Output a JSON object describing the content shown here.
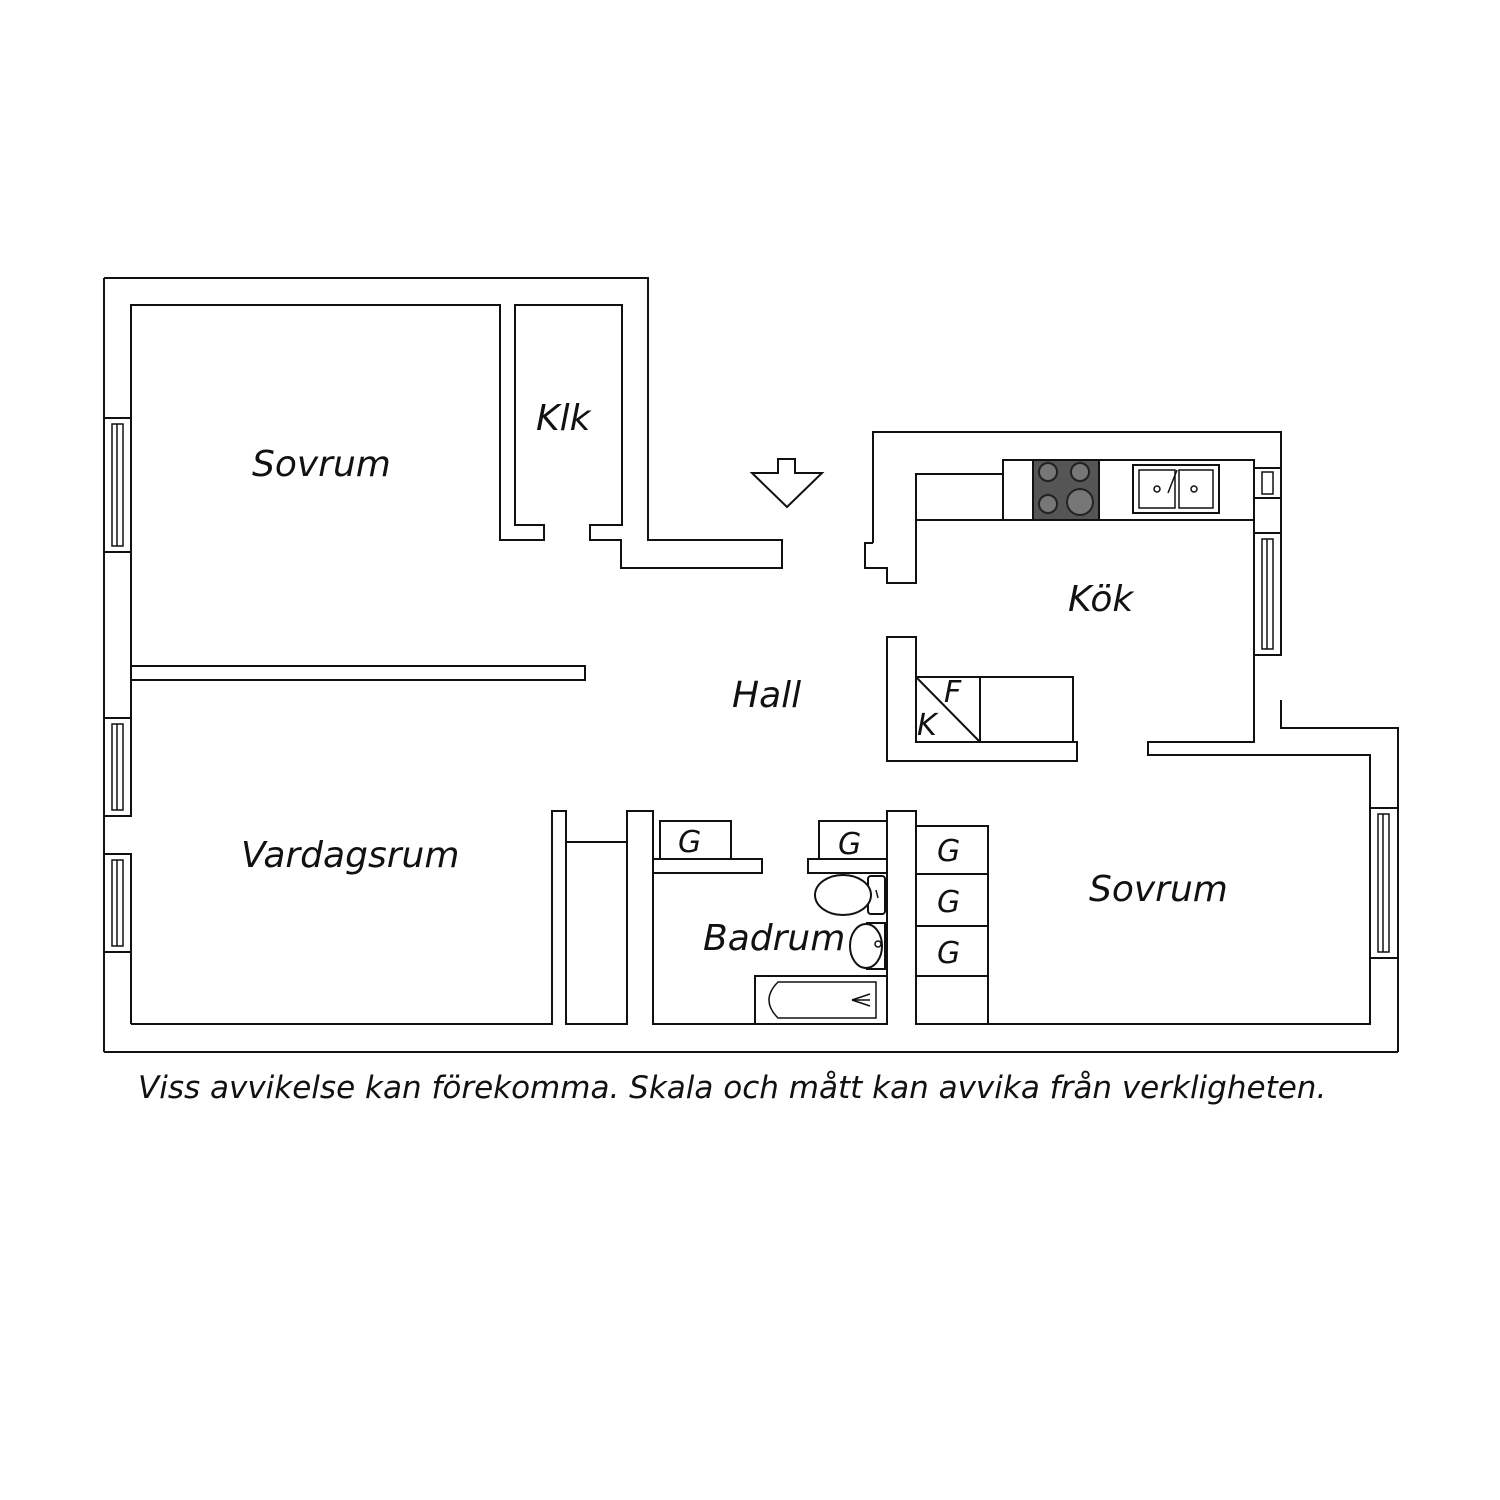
{
  "rooms": {
    "sovrum_1": "Sovrum",
    "klk": "Klk",
    "hall": "Hall",
    "kok": "Kök",
    "vardagsrum": "Vardagsrum",
    "badrum": "Badrum",
    "sovrum_2": "Sovrum"
  },
  "fixtures": {
    "closet": [
      "G",
      "G",
      "G",
      "G",
      "G"
    ],
    "fridge": "F",
    "freezer": "K"
  },
  "disclaimer": "Viss avvikelse kan förekomma. Skala och mått kan avvika från verkligheten.",
  "colors": {
    "wall_stroke": "#111111",
    "stove": "#555555",
    "background": "#ffffff"
  }
}
